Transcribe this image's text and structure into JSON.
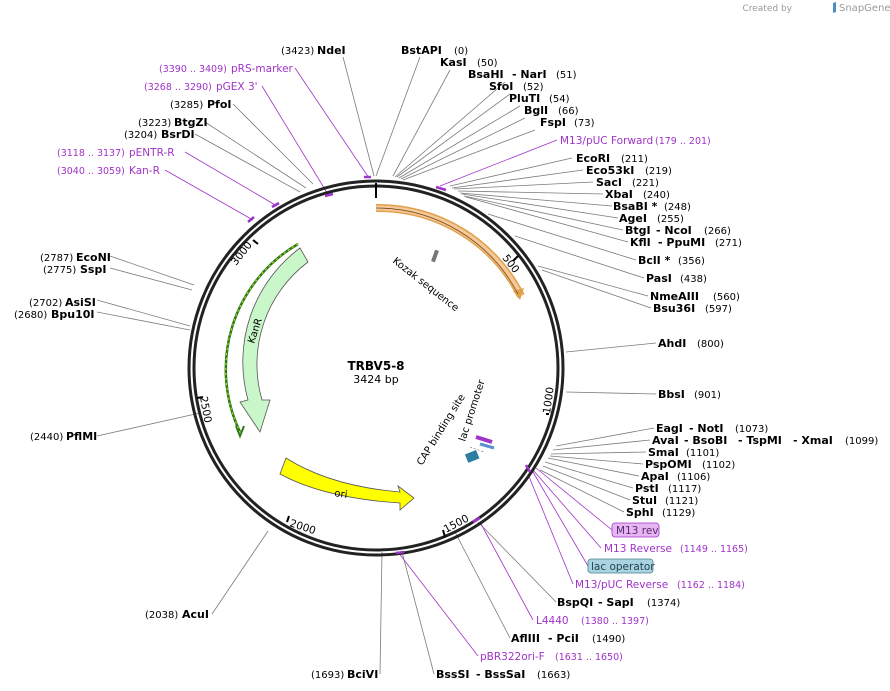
{
  "app": {
    "credit_prefix": "Created by",
    "credit_brand": "SnapGene"
  },
  "plasmid": {
    "name": "TRBV5-8",
    "length": "3424 bp"
  },
  "ticks": [
    "500",
    "1000",
    "1500",
    "2000",
    "2500",
    "3000"
  ],
  "enzymes": {
    "NdeI": {
      "name": "NdeI",
      "pos": "(3423)"
    },
    "BstAPI": {
      "name": "BstAPI",
      "pos": "(0)"
    },
    "KasI": {
      "name": "KasI",
      "pos": "(50)"
    },
    "BsaHI_NarI": {
      "name": "BsaHI",
      "name2": "- NarI",
      "pos": "(51)"
    },
    "SfoI": {
      "name": "SfoI",
      "pos": "(52)"
    },
    "PluTI": {
      "name": "PluTI",
      "pos": "(54)"
    },
    "BglI": {
      "name": "BglI",
      "pos": "(66)"
    },
    "FspI": {
      "name": "FspI",
      "pos": "(73)"
    },
    "EcoRI": {
      "name": "EcoRI",
      "pos": "(211)"
    },
    "Eco53kI": {
      "name": "Eco53kI",
      "pos": "(219)"
    },
    "SacI": {
      "name": "SacI",
      "pos": "(221)"
    },
    "XbaI": {
      "name": "XbaI",
      "pos": "(240)"
    },
    "BsaBI": {
      "name": "BsaBI *",
      "pos": "(248)"
    },
    "AgeI": {
      "name": "AgeI",
      "pos": "(255)"
    },
    "BtgI_NcoI": {
      "name": "BtgI",
      "name2": "- NcoI",
      "pos": "(266)"
    },
    "KflI_PpuMI": {
      "name": "KflI",
      "name2": "- PpuMI",
      "pos": "(271)"
    },
    "BclI": {
      "name": "BclI *",
      "pos": "(356)"
    },
    "PasI": {
      "name": "PasI",
      "pos": "(438)"
    },
    "NmeAIII": {
      "name": "NmeAIII",
      "pos": "(560)"
    },
    "Bsu36I": {
      "name": "Bsu36I",
      "pos": "(597)"
    },
    "AhdI": {
      "name": "AhdI",
      "pos": "(800)"
    },
    "BbsI": {
      "name": "BbsI",
      "pos": "(901)"
    },
    "EagI_NotI": {
      "name": "EagI",
      "name2": "- NotI",
      "pos": "(1073)"
    },
    "AvaI_group": {
      "name": "AvaI",
      "name2": "- BsoBI",
      "name3": "- TspMI",
      "name4": "- XmaI",
      "pos": "(1099)"
    },
    "SmaI": {
      "name": "SmaI",
      "pos": "(1101)"
    },
    "PspOMI": {
      "name": "PspOMI",
      "pos": "(1102)"
    },
    "ApaI": {
      "name": "ApaI",
      "pos": "(1106)"
    },
    "PstI": {
      "name": "PstI",
      "pos": "(1117)"
    },
    "StuI": {
      "name": "StuI",
      "pos": "(1121)"
    },
    "SphI": {
      "name": "SphI",
      "pos": "(1129)"
    },
    "BspQI_SapI": {
      "name": "BspQI",
      "name2": "- SapI",
      "pos": "(1374)"
    },
    "AflIII_PciI": {
      "name": "AflIII",
      "name2": "- PciI",
      "pos": "(1490)"
    },
    "BssSI_BssSaI": {
      "name": "BssSI",
      "name2": "- BssSaI",
      "pos": "(1663)"
    },
    "BciVI": {
      "name": "BciVI",
      "pos": "(1693)"
    },
    "AcuI": {
      "name": "AcuI",
      "pos": "(2038)"
    },
    "PflMI": {
      "name": "PflMI",
      "pos": "(2440)"
    },
    "Bpu10I": {
      "name": "Bpu10I",
      "pos": "(2680)"
    },
    "AsiSI": {
      "name": "AsiSI",
      "pos": "(2702)"
    },
    "SspI": {
      "name": "SspI",
      "pos": "(2775)"
    },
    "EcoNI": {
      "name": "EcoNI",
      "pos": "(2787)"
    },
    "BsrDI": {
      "name": "BsrDI",
      "pos": "(3204)"
    },
    "BtgZI": {
      "name": "BtgZI",
      "pos": "(3223)"
    },
    "PfoI": {
      "name": "PfoI",
      "pos": "(3285)"
    }
  },
  "primers": {
    "pRS_marker": {
      "name": "pRS-marker",
      "range": "(3390 .. 3409)"
    },
    "pGEX3": {
      "name": "pGEX 3'",
      "range": "(3268 .. 3290)"
    },
    "pENTR_R": {
      "name": "pENTR-R",
      "range": "(3118 .. 3137)"
    },
    "Kan_R": {
      "name": "Kan-R",
      "range": "(3040 .. 3059)"
    },
    "M13_pUC_Fwd": {
      "name": "M13/pUC Forward",
      "range": "(179 .. 201)"
    },
    "M13_Reverse": {
      "name": "M13 Reverse",
      "range": "(1149 .. 1165)"
    },
    "M13_pUC_Rev": {
      "name": "M13/pUC Reverse",
      "range": "(1162 .. 1184)"
    },
    "L4440": {
      "name": "L4440",
      "range": "(1380 .. 1397)"
    },
    "pBR322ori_F": {
      "name": "pBR322ori-F",
      "range": "(1631 .. 1650)"
    }
  },
  "boxed_features": {
    "m13_rev": {
      "name": "M13 rev",
      "color": "#e7b6f2"
    },
    "lac_operator": {
      "name": "lac operator",
      "color": "#a9d3e0"
    }
  },
  "features": {
    "kozak": "Kozak sequence",
    "kanr": "KanR",
    "ori": "ori",
    "cap": "CAP binding site",
    "lacp": "lac promoter"
  },
  "colors": {
    "primer": "#a033c8",
    "orf_orange": "#f4c89a",
    "kanr_green": "#c9f7c9",
    "ori_yellow": "#ffff00",
    "line_gray": "#7a7a7a"
  }
}
